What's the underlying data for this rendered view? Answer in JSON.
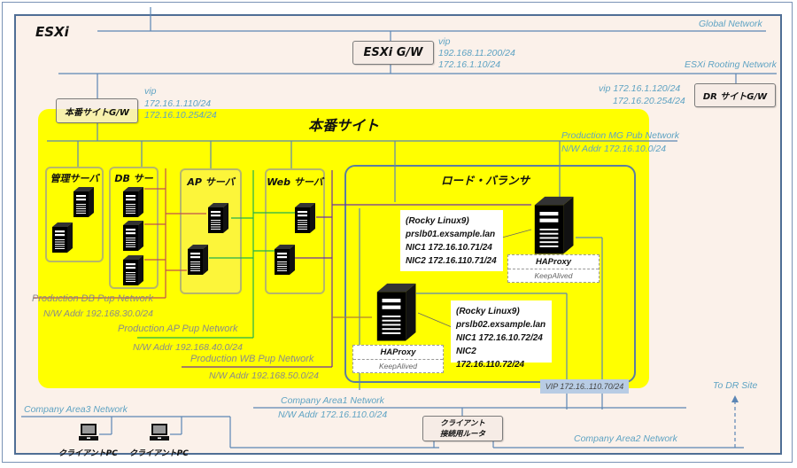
{
  "title": "ESXi",
  "networks": {
    "global": "Global Network",
    "esxi_routing": "ESXi Rooting Network",
    "prod_mg_pub": "Production MG Pub Network",
    "prod_mg_addr": "N/W Addr 172.16.10.0/24",
    "prod_db_pup": "Production DB Pup Network",
    "prod_db_addr": "N/W Addr 192.168.30.0/24",
    "prod_ap_pup": "Production AP Pup Network",
    "prod_ap_addr": "N/W Addr 192.168.40.0/24",
    "prod_wb_pup": "Production WB Pup Network",
    "prod_wb_addr": "N/W Addr 192.168.50.0/24",
    "company_area1": "Company Area1 Network",
    "company_area1_addr": "N/W Addr 172.16.110.0/24",
    "company_area2": "Company Area2 Network",
    "company_area3": "Company Area3 Network",
    "to_dr_site": "To DR Site"
  },
  "gateways": {
    "esxi_gw": {
      "label": "ESXi G/W",
      "vip": "vip",
      "ip1": "192.168.11.200/24",
      "ip2": "172.16.1.10/24"
    },
    "prod_gw": {
      "label": "本番サイトG/W",
      "vip": "vip",
      "ip1": "172.16.1.110/24",
      "ip2": "172.16.10.254/24"
    },
    "dr_gw": {
      "label": "DR サイトG/W",
      "vip": "vip 172.16.1.120/24",
      "ip2": "172.16.20.254/24"
    },
    "client_router": {
      "line1": "クライアント",
      "line2": "接続用ルータ"
    }
  },
  "production_site": {
    "title": "本番サイト",
    "groups": {
      "mgmt": "管理サーバ",
      "db": "DB サーバ",
      "ap": "AP サーバ",
      "web": "Web サーバ"
    }
  },
  "load_balancer": {
    "title": "ロード・バランサ",
    "lb1": {
      "os": "(Rocky Linux9)",
      "host": "prslb01.exsample.lan",
      "nic1": "NIC1 172.16.10.71/24",
      "nic2": "NIC2 172.16.110.71/24",
      "svc1": "HAProxy",
      "svc2": "KeepAlived"
    },
    "lb2": {
      "os": "(Rocky Linux9)",
      "host": "prslb02.exsample.lan",
      "nic1": "NIC1 172.16.10.72/24",
      "nic2": "NIC2 172.16.110.72/24",
      "svc1": "HAProxy",
      "svc2": "KeepAlived"
    },
    "vip": "VIP 172.16..110.70/24"
  },
  "clients": [
    {
      "label": "クライアントPC"
    },
    {
      "label": "クライアントPC"
    }
  ],
  "colors": {
    "background": "#fbf1ea",
    "production_site": "#ffff00",
    "network_line": "#5b86b5",
    "db_net": "#c0504d",
    "ap_net": "#22b14c",
    "wb_net": "#7030a0",
    "label_blue": "#5fa3c3"
  }
}
